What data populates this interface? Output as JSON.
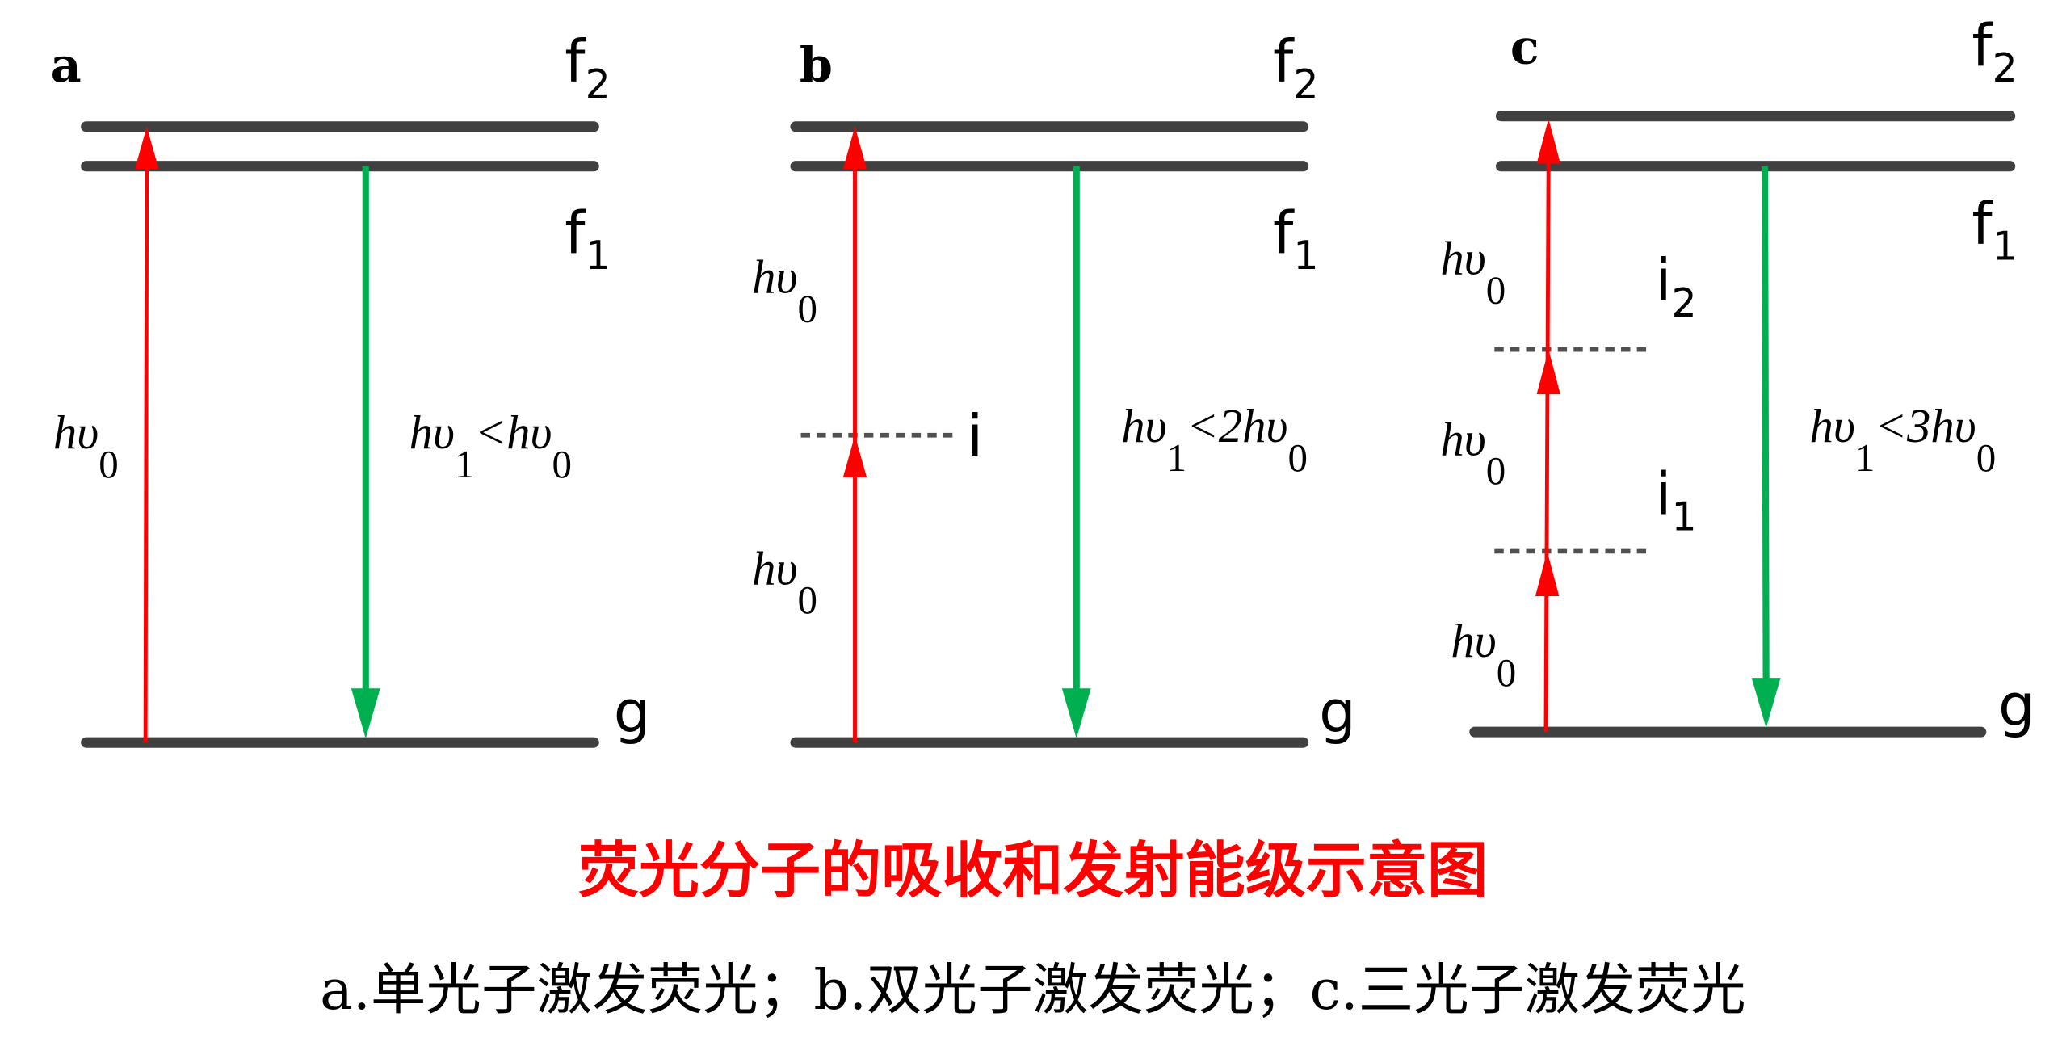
{
  "colors": {
    "level": "#404040",
    "absorption": "#ff0000",
    "emission": "#00b050",
    "title": "#ff0000"
  },
  "panels": {
    "a": {
      "label": "a",
      "f2": "f",
      "f2_sub": "2",
      "f1": "f",
      "f1_sub": "1",
      "g": "g",
      "abs": [
        "hυ",
        "0"
      ],
      "em": [
        "hυ",
        "1",
        "<hυ",
        "0"
      ]
    },
    "b": {
      "label": "b",
      "f2": "f",
      "f2_sub": "2",
      "f1": "f",
      "f1_sub": "1",
      "g": "g",
      "i": "i",
      "abs": [
        "hυ",
        "0"
      ],
      "em": [
        "hυ",
        "1",
        "<2hυ",
        "0"
      ]
    },
    "c": {
      "label": "c",
      "f2": "f",
      "f2_sub": "2",
      "f1": "f",
      "f1_sub": "1",
      "g": "g",
      "i2": "i",
      "i2_sub": "2",
      "i1": "i",
      "i1_sub": "1",
      "abs": [
        "hυ",
        "0"
      ],
      "em": [
        "hυ",
        "1",
        "<3hυ",
        "0"
      ]
    }
  },
  "title": "荧光分子的吸收和发射能级示意图",
  "caption": "a.单光子激发荧光；b.双光子激发荧光；c.三光子激发荧光"
}
